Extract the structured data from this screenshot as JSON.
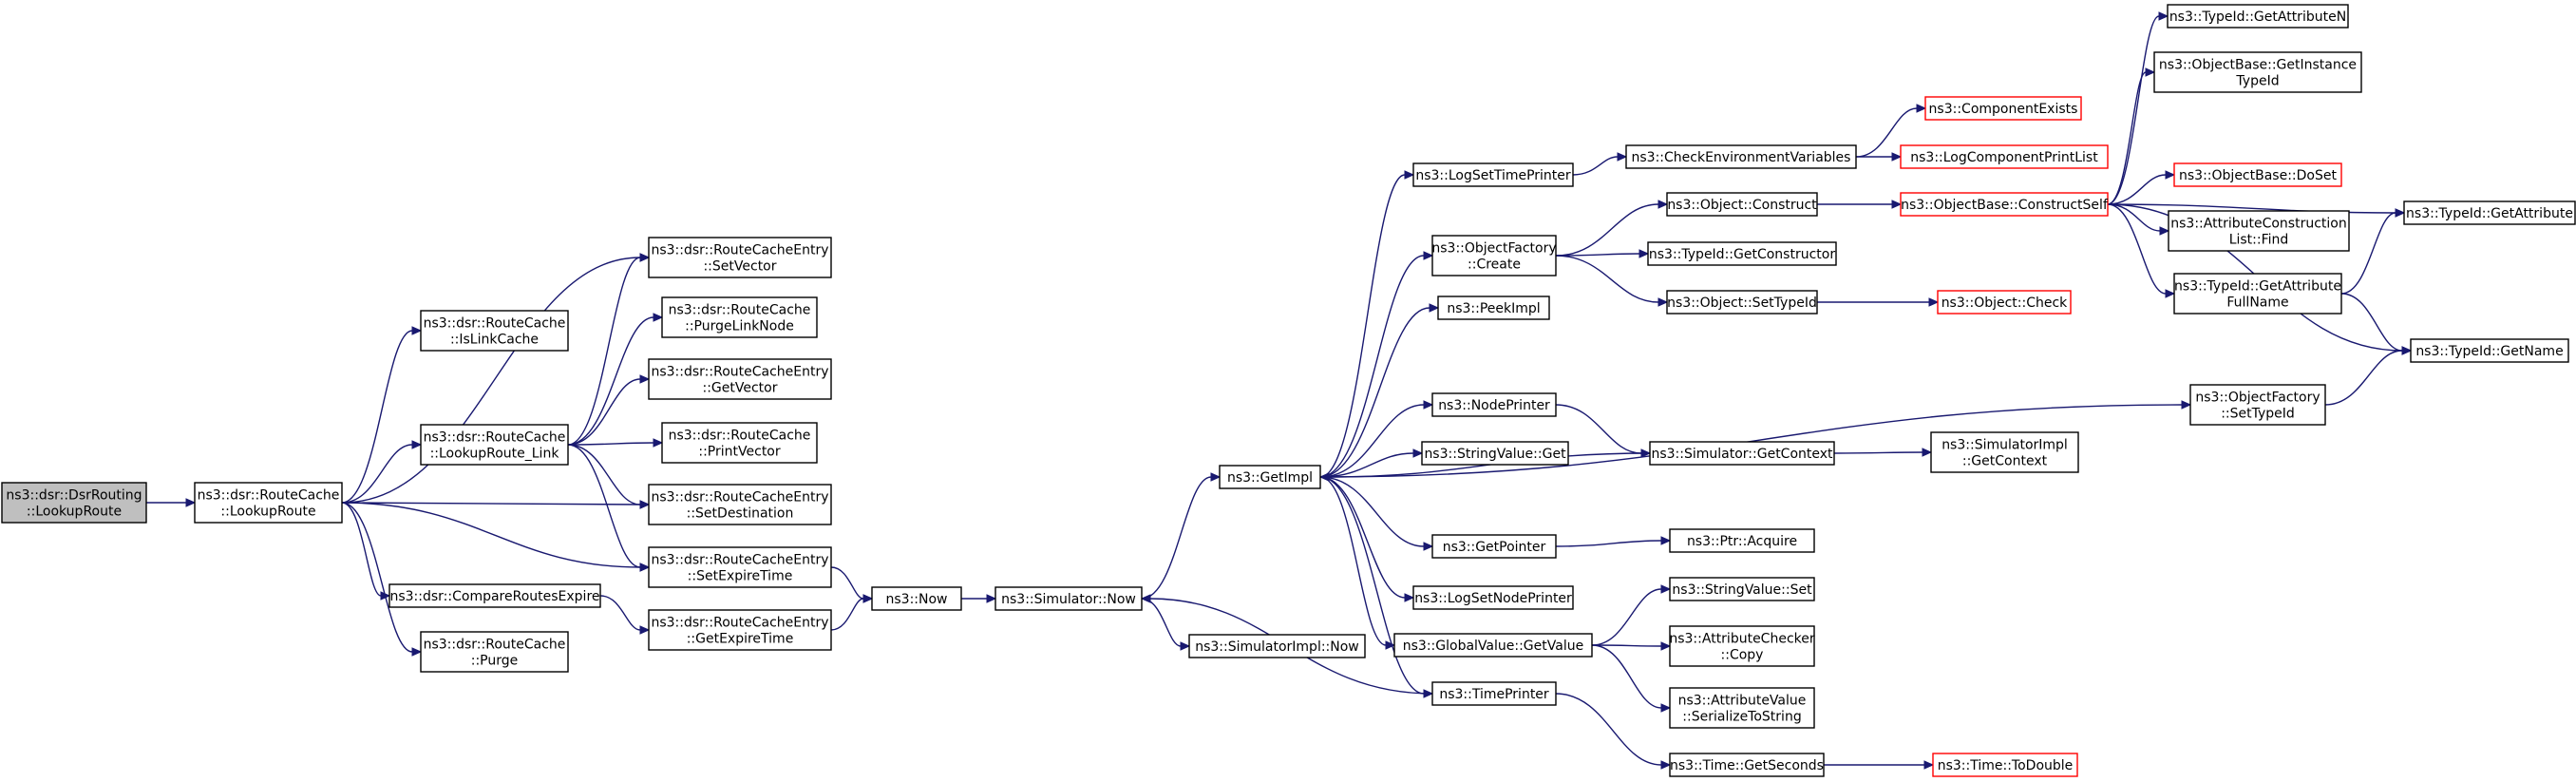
{
  "colors": {
    "edge": "#191970",
    "root_fill": "#bfbfbf",
    "border": "#000000",
    "truncated_border": "#ff0000"
  },
  "nodes": {
    "dsrrouting_lookuproute": [
      "ns3::dsr::DsrRouting",
      "::LookupRoute"
    ],
    "routecache_lookuproute": [
      "ns3::dsr::RouteCache",
      "::LookupRoute"
    ],
    "routecache_islinkcache": [
      "ns3::dsr::RouteCache",
      "::IsLinkCache"
    ],
    "routecache_lookuproute_link": [
      "ns3::dsr::RouteCache",
      "::LookupRoute_Link"
    ],
    "compareroutesexpire": [
      "ns3::dsr::CompareRoutesExpire"
    ],
    "routecache_purge": [
      "ns3::dsr::RouteCache",
      "::Purge"
    ],
    "rce_setvector": [
      "ns3::dsr::RouteCacheEntry",
      "::SetVector"
    ],
    "routecache_purgelinknode": [
      "ns3::dsr::RouteCache",
      "::PurgeLinkNode"
    ],
    "rce_getvector": [
      "ns3::dsr::RouteCacheEntry",
      "::GetVector"
    ],
    "routecache_printvector": [
      "ns3::dsr::RouteCache",
      "::PrintVector"
    ],
    "rce_setdestination": [
      "ns3::dsr::RouteCacheEntry",
      "::SetDestination"
    ],
    "rce_setexpiretime": [
      "ns3::dsr::RouteCacheEntry",
      "::SetExpireTime"
    ],
    "rce_getexpiretime": [
      "ns3::dsr::RouteCacheEntry",
      "::GetExpireTime"
    ],
    "now": [
      "ns3::Now"
    ],
    "simulator_now": [
      "ns3::Simulator::Now"
    ],
    "getimpl": [
      "ns3::GetImpl"
    ],
    "simulatorimpl_now": [
      "ns3::SimulatorImpl::Now"
    ],
    "logsettimeprinter": [
      "ns3::LogSetTimePrinter"
    ],
    "objectfactory_create": [
      "ns3::ObjectFactory",
      "::Create"
    ],
    "peekimpl": [
      "ns3::PeekImpl"
    ],
    "nodeprinter": [
      "ns3::NodePrinter"
    ],
    "stringvalue_get": [
      "ns3::StringValue::Get"
    ],
    "getpointer": [
      "ns3::GetPointer"
    ],
    "logsetnodeprinter": [
      "ns3::LogSetNodePrinter"
    ],
    "globalvalue_getvalue": [
      "ns3::GlobalValue::GetValue"
    ],
    "timeprinter": [
      "ns3::TimePrinter"
    ],
    "checkenvironmentvariables": [
      "ns3::CheckEnvironmentVariables"
    ],
    "object_construct": [
      "ns3::Object::Construct"
    ],
    "typeid_getconstructor": [
      "ns3::TypeId::GetConstructor"
    ],
    "object_settypeid": [
      "ns3::Object::SetTypeId"
    ],
    "simulator_getcontext": [
      "ns3::Simulator::GetContext"
    ],
    "ptr_acquire": [
      "ns3::Ptr::Acquire"
    ],
    "stringvalue_set": [
      "ns3::StringValue::Set"
    ],
    "attributechecker_copy": [
      "ns3::AttributeChecker",
      "::Copy"
    ],
    "attributevalue_serializetostring": [
      "ns3::AttributeValue",
      "::SerializeToString"
    ],
    "time_getseconds": [
      "ns3::Time::GetSeconds"
    ],
    "componentexists": [
      "ns3::ComponentExists"
    ],
    "logcomponentprintlist": [
      "ns3::LogComponentPrintList"
    ],
    "objectbase_constructself": [
      "ns3::ObjectBase::ConstructSelf"
    ],
    "object_check": [
      "ns3::Object::Check"
    ],
    "simulatorimpl_getcontext": [
      "ns3::SimulatorImpl",
      "::GetContext"
    ],
    "time_todouble": [
      "ns3::Time::ToDouble"
    ],
    "typeid_getattributen": [
      "ns3::TypeId::GetAttributeN"
    ],
    "objectbase_getinstancetypeid": [
      "ns3::ObjectBase::GetInstance",
      "TypeId"
    ],
    "objectbase_doset": [
      "ns3::ObjectBase::DoSet"
    ],
    "attributeconstructionlist_find": [
      "ns3::AttributeConstruction",
      "List::Find"
    ],
    "typeid_getattributefullname": [
      "ns3::TypeId::GetAttribute",
      "FullName"
    ],
    "objectfactory_settypeid": [
      "ns3::ObjectFactory",
      "::SetTypeId"
    ],
    "typeid_getattribute": [
      "ns3::TypeId::GetAttribute"
    ],
    "typeid_getname": [
      "ns3::TypeId::GetName"
    ]
  }
}
